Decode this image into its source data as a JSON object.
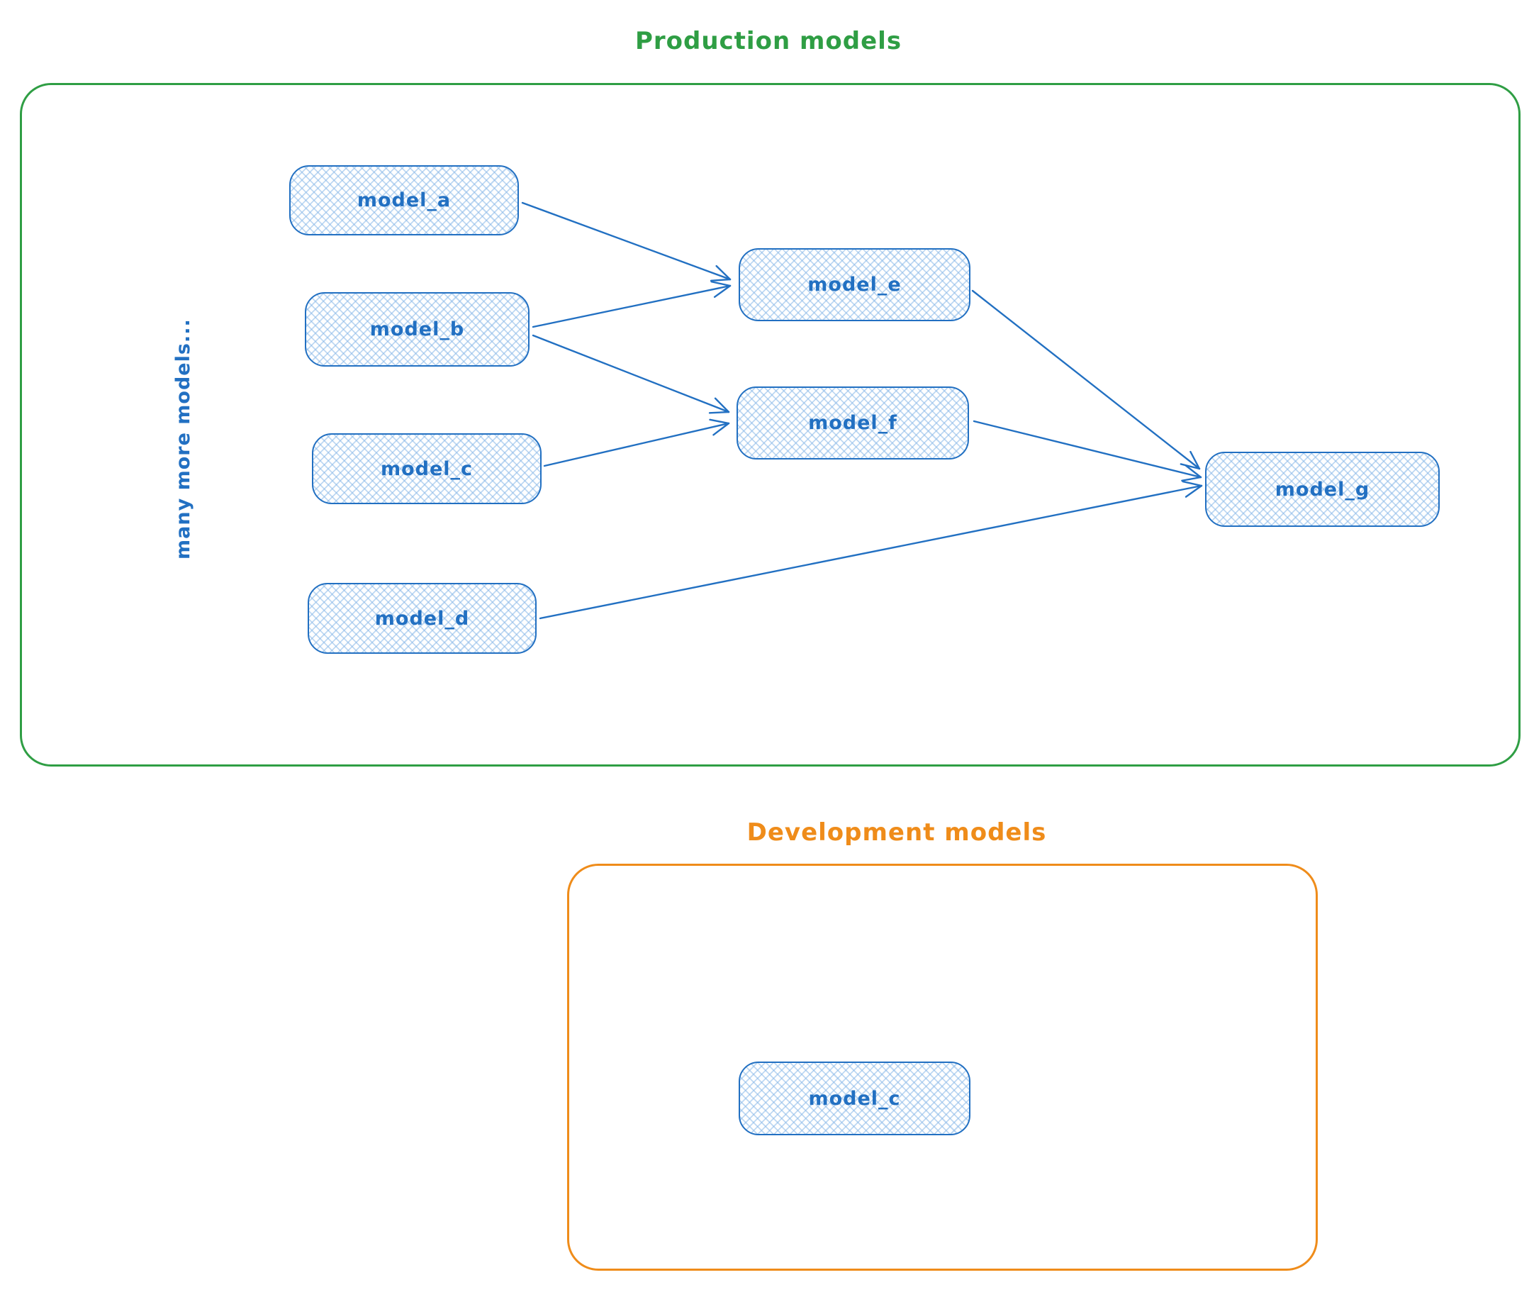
{
  "colors": {
    "production_accent": "#2f9e44",
    "development_accent": "#ef8c1a",
    "node_stroke": "#2270c2",
    "node_fill_hatch": "#89b8e8",
    "background": "#ffffff"
  },
  "production": {
    "title": "Production models",
    "side_note": "many more models...",
    "nodes": [
      {
        "id": "model_a",
        "label": "model_a"
      },
      {
        "id": "model_b",
        "label": "model_b"
      },
      {
        "id": "model_c",
        "label": "model_c"
      },
      {
        "id": "model_d",
        "label": "model_d"
      },
      {
        "id": "model_e",
        "label": "model_e"
      },
      {
        "id": "model_f",
        "label": "model_f"
      },
      {
        "id": "model_g",
        "label": "model_g"
      }
    ],
    "edges": [
      {
        "from": "model_a",
        "to": "model_e"
      },
      {
        "from": "model_b",
        "to": "model_e"
      },
      {
        "from": "model_b",
        "to": "model_f"
      },
      {
        "from": "model_c",
        "to": "model_f"
      },
      {
        "from": "model_e",
        "to": "model_g"
      },
      {
        "from": "model_f",
        "to": "model_g"
      },
      {
        "from": "model_d",
        "to": "model_g"
      }
    ]
  },
  "development": {
    "title": "Development models",
    "nodes": [
      {
        "id": "dev_model_c",
        "label": "model_c"
      }
    ]
  }
}
